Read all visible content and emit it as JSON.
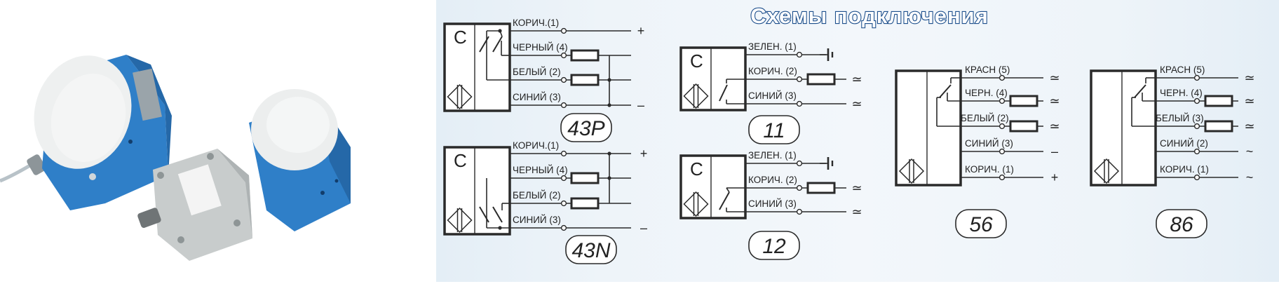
{
  "title": "Схемы подключения",
  "photo": {
    "description": "Two blue ultrasonic/capacitive sensors with white domes; one with cable, one with grey terminal box",
    "colors": {
      "housing": "#2f7fc8",
      "dome": "#eceeee",
      "terminal_box": "#c8cccc"
    }
  },
  "sensor_box_letter": "C",
  "diagrams": [
    {
      "id": "43P",
      "caption": "43P",
      "wires": [
        {
          "label": "КОРИЧ.(1)",
          "terminal": "+"
        },
        {
          "label": "ЧЕРНЫЙ (4)",
          "terminal": ""
        },
        {
          "label": "БЕЛЫЙ (2)",
          "terminal": ""
        },
        {
          "label": "СИНИЙ (3)",
          "terminal": "–"
        }
      ]
    },
    {
      "id": "43N",
      "caption": "43N",
      "wires": [
        {
          "label": "КОРИЧ.(1)",
          "terminal": "+"
        },
        {
          "label": "ЧЕРНЫЙ (4)",
          "terminal": ""
        },
        {
          "label": "БЕЛЫЙ (2)",
          "terminal": ""
        },
        {
          "label": "СИНИЙ (3)",
          "terminal": "–"
        }
      ]
    },
    {
      "id": "11",
      "caption": "11",
      "wires": [
        {
          "label": "ЗЕЛЕН. (1)",
          "terminal": "ground"
        },
        {
          "label": "КОРИЧ. (2)",
          "terminal": "≃"
        },
        {
          "label": "СИНИЙ (3)",
          "terminal": "≃"
        }
      ]
    },
    {
      "id": "12",
      "caption": "12",
      "wires": [
        {
          "label": "ЗЕЛЕН. (1)",
          "terminal": "ground"
        },
        {
          "label": "КОРИЧ. (2)",
          "terminal": "≃"
        },
        {
          "label": "СИНИЙ (3)",
          "terminal": "≃"
        }
      ]
    },
    {
      "id": "56",
      "caption": "56",
      "wires": [
        {
          "label": "КРАСН (5)",
          "terminal": "≃"
        },
        {
          "label": "ЧЕРН. (4)",
          "terminal": "≃"
        },
        {
          "label": "БЕЛЫЙ (2)",
          "terminal": "≃"
        },
        {
          "label": "СИНИЙ (3)",
          "terminal": "–"
        },
        {
          "label": "КОРИЧ. (1)",
          "terminal": "+"
        }
      ]
    },
    {
      "id": "86",
      "caption": "86",
      "wires": [
        {
          "label": "КРАСН (5)",
          "terminal": "≃"
        },
        {
          "label": "ЧЕРН. (4)",
          "terminal": "≃"
        },
        {
          "label": "БЕЛЫЙ (3)",
          "terminal": "≃"
        },
        {
          "label": "СИНИЙ (2)",
          "terminal": "~"
        },
        {
          "label": "КОРИЧ. (1)",
          "terminal": "~"
        }
      ]
    }
  ]
}
